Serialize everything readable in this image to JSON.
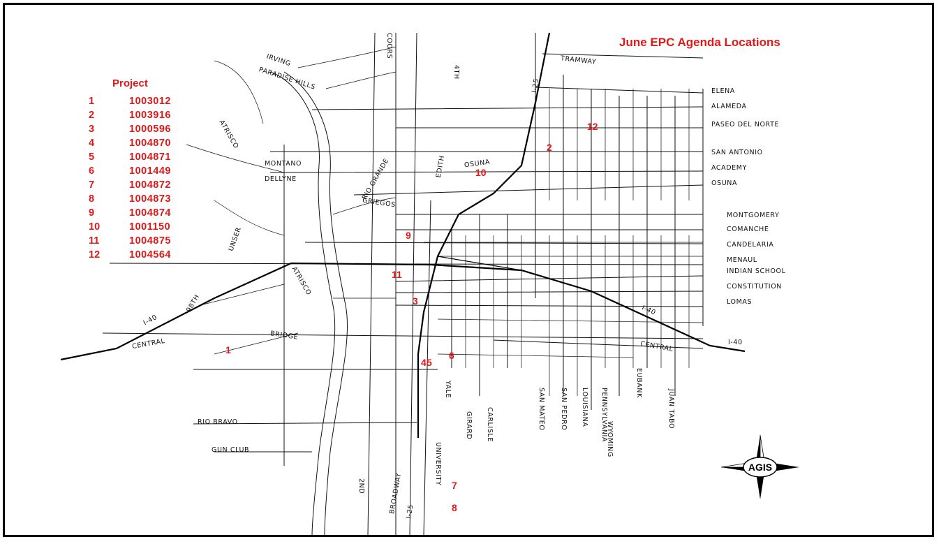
{
  "title": "June EPC Agenda Locations",
  "legend": {
    "header": "Project",
    "rows": [
      {
        "num": "1",
        "project": "1003012"
      },
      {
        "num": "2",
        "project": "1003916"
      },
      {
        "num": "3",
        "project": "1000596"
      },
      {
        "num": "4",
        "project": "1004870"
      },
      {
        "num": "5",
        "project": "1004871"
      },
      {
        "num": "6",
        "project": "1001449"
      },
      {
        "num": "7",
        "project": "1004872"
      },
      {
        "num": "8",
        "project": "1004873"
      },
      {
        "num": "9",
        "project": "1004874"
      },
      {
        "num": "10",
        "project": "1001150"
      },
      {
        "num": "11",
        "project": "1004875"
      },
      {
        "num": "12",
        "project": "1004564"
      }
    ]
  },
  "streets": {
    "tramway": "TRAMWAY",
    "irving": "IRVING",
    "paradise_hills": "PARADISE HILLS",
    "coors": "COORS",
    "fourth": "4TH",
    "elena": "ELENA",
    "alameda": "ALAMEDA",
    "paseo": "PASEO DEL NORTE",
    "san_antonio": "SAN ANTONIO",
    "academy": "ACADEMY",
    "osuna_east": "OSUNA",
    "osuna_center": "OSUNA",
    "montano": "MONTANO",
    "dellyne": "DELLYNE",
    "rio_grande": "RIO GRANDE",
    "edith": "EDITH",
    "griegos": "GRIEGOS",
    "atrisco_north": "ATRISCO",
    "unser": "UNSER",
    "montgomery": "MONTGOMERY",
    "comanche": "COMANCHE",
    "candelaria": "CANDELARIA",
    "menaul": "MENAUL",
    "indian_school": "INDIAN SCHOOL",
    "constitution": "CONSTITUTION",
    "lomas": "LOMAS",
    "i40_label": "I-40",
    "i40_mid": "I-40",
    "i40_west": "I-40",
    "i25_north": "I-25",
    "i25_south": "I-25",
    "central_east": "CENTRAL",
    "central_west": "CENTRAL",
    "bridge": "BRIDGE",
    "atrisco_south": "ATRISCO",
    "98th": "98TH",
    "rio_bravo": "RIO BRAVO",
    "gun_club": "GUN CLUB",
    "yale": "YALE",
    "girard": "GIRARD",
    "carlisle": "CARLISLE",
    "san_mateo": "SAN MATEO",
    "san_pedro": "SAN PEDRO",
    "louisiana": "LOUISIANA",
    "pennsylvania": "PENNSYLVANIA",
    "wyoming": "WYOMING",
    "eubank": "EUBANK",
    "juan_tabo": "JUAN TABO",
    "university": "UNIVERSITY",
    "broadway": "BROADWAY",
    "second": "2ND"
  },
  "markers": [
    "1",
    "2",
    "3",
    "4",
    "5",
    "6",
    "7",
    "8",
    "9",
    "10",
    "11",
    "12"
  ],
  "compass_text": "AGIS",
  "colors": {
    "accent": "#e01818",
    "roads": "#111111",
    "border": "#000000"
  }
}
